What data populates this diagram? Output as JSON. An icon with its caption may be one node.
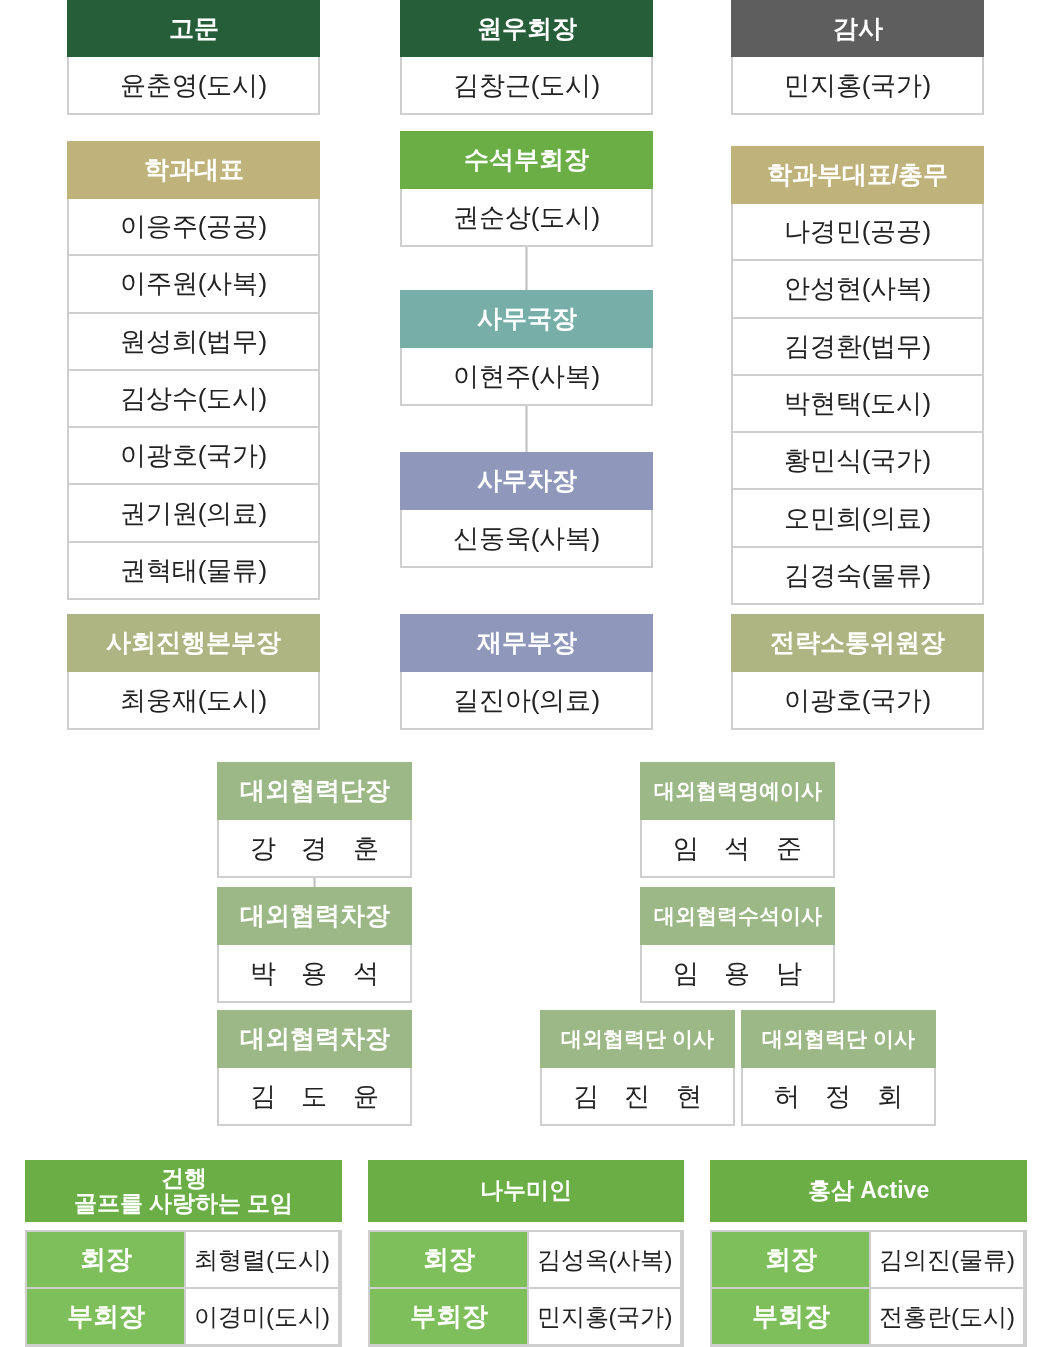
{
  "diagram": {
    "nodes": [
      {
        "text": [
          "고문",
          "윤춘영(도시)"
        ]
      },
      {
        "text": [
          "원우회장",
          "김창근(도시)"
        ]
      },
      {
        "text": [
          "감사",
          "민지홍(국가)"
        ]
      },
      {
        "text": [
          "학과대표",
          "이응주(공공)",
          "이주원(사복)",
          "원성희(법무)",
          "김상수(도시)",
          "이광호(국가)",
          "권기원(의료)",
          "권혁태(물류)"
        ]
      },
      {
        "text": [
          "수석부회장",
          "권순상(도시)"
        ]
      },
      {
        "text": [
          "사무국장",
          "이현주(사복)"
        ]
      },
      {
        "text": [
          "사무차장",
          "신동욱(사복)"
        ]
      },
      {
        "text": [
          "학과부대표/총무",
          "나경민(공공)",
          "안성현(사복)",
          "김경환(법무)",
          "박현택(도시)",
          "황민식(국가)",
          "오민희(의료)",
          "김경숙(물류)"
        ]
      },
      {
        "text": [
          "사회진행본부장",
          "최웅재(도시)"
        ]
      },
      {
        "text": [
          "재무부장",
          "길진아(의료)"
        ]
      },
      {
        "text": [
          "전략소통위원장",
          "이광호(국가)"
        ]
      },
      {
        "text": [
          "대외협력단장",
          "강 경 훈"
        ]
      },
      {
        "text": [
          "대외협력명예이사",
          "임 석 준"
        ]
      },
      {
        "text": [
          "대외협력차장",
          "박 용 석"
        ]
      },
      {
        "text": [
          "대외협력수석이사",
          "임 용 남"
        ]
      },
      {
        "text": [
          "대외협력차장",
          "김 도 윤"
        ]
      },
      {
        "text": [
          "대외협력단 이사",
          "김 진 현"
        ]
      },
      {
        "text": [
          "대외협력단 이사",
          "허 정 회"
        ]
      },
      {
        "text": [
          "건행",
          "골프를 사랑하는 모임"
        ]
      },
      {
        "text": [
          "회장",
          "최형렬(도시)",
          "부회장",
          "이경미(도시)"
        ]
      },
      {
        "text": [
          "나누미인"
        ]
      },
      {
        "text": [
          "회장",
          "김성옥(사복)",
          "부회장",
          "민지홍(국가)"
        ]
      },
      {
        "text": [
          "홍삼 Active"
        ]
      },
      {
        "text": [
          "회장",
          "김의진(물류)",
          "부회장",
          "전홍란(도시)"
        ]
      }
    ],
    "edges": [
      {
        "from": 4,
        "to": 5,
        "arrow": "none"
      },
      {
        "from": 5,
        "to": 6,
        "arrow": "none"
      },
      {
        "from": 11,
        "to": 13,
        "arrow": "none"
      }
    ]
  }
}
